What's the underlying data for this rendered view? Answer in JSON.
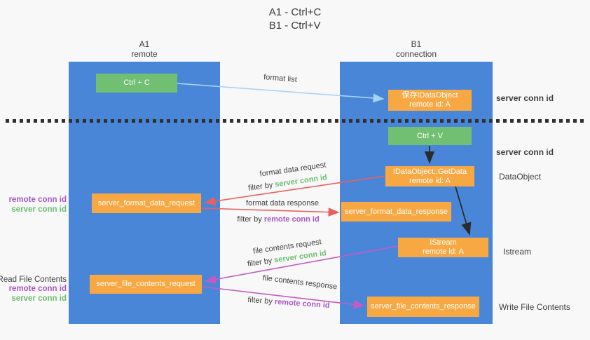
{
  "colors": {
    "bg": "#f8f8f8",
    "column-blue": "#4a86d8",
    "box-green": "#71bf73",
    "box-orange": "#f8a842",
    "green-id": "#6abf6e",
    "purple-id": "#a855c8",
    "arrow-red": "#e86060",
    "arrow-magenta": "#c45bc4",
    "arrow-blue": "#a9d3f5",
    "arrow-black": "#2b2b2b",
    "dotted": "#2f2f2f"
  },
  "title": {
    "line1": "A1 - Ctrl+C",
    "line2": "B1 - Ctrl+V"
  },
  "columns": {
    "left": {
      "title": "A1",
      "subtitle": "remote"
    },
    "right": {
      "title": "B1",
      "subtitle": "connection"
    }
  },
  "nodes": {
    "ctrl_c": "Ctrl + C",
    "ctrl_v": "Ctrl + V",
    "save_dataobject_line1": "保存IDataObject",
    "save_dataobject_line2": "remote id: A",
    "getdata_line1": "IDataObject::GetData",
    "getdata_line2": "remote id: A",
    "istream_line1": "IStream",
    "istream_line2": "remote id: A",
    "format_request": "server_format_data_request",
    "format_response": "server_format_data_response",
    "file_request": "server_file_contents_request",
    "file_response": "server_file_contents_response"
  },
  "arrow_labels": {
    "format_list": "format list",
    "format_data_request": "format data request",
    "format_data_response": "format data response",
    "file_contents_request": "file contents request",
    "file_contents_response": "file contents response",
    "filter_by": "filter by",
    "server_conn_id": "server conn id",
    "remote_conn_id": "remote conn id"
  },
  "annotations": {
    "server_conn_id_top": "server conn id",
    "server_conn_id_mid": "server conn id",
    "dataobject": "DataObject",
    "istream": "Istream",
    "read_file_contents": "Read File Contents",
    "write_file_contents": "Write File Contents",
    "left_format": {
      "remote": "remote conn id",
      "server": "server conn id"
    },
    "left_file": {
      "remote": "remote conn id",
      "server": "server conn id"
    }
  }
}
